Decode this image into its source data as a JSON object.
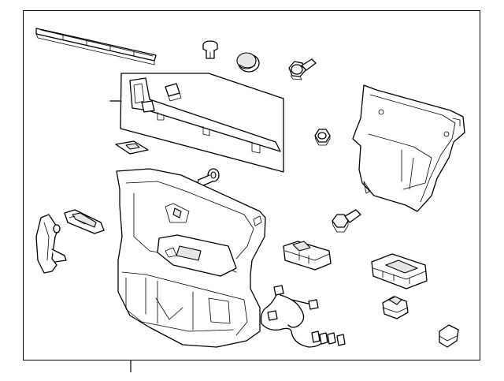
{
  "diagram": {
    "title": "",
    "parts": [
      {
        "name": "upper-trim-strip"
      },
      {
        "name": "push-pin-clip"
      },
      {
        "name": "round-plug"
      },
      {
        "name": "flange-bolt"
      },
      {
        "name": "trim-retainer-panel"
      },
      {
        "name": "mounting-bracket"
      },
      {
        "name": "hex-nut"
      },
      {
        "name": "retainer-clip"
      },
      {
        "name": "push-rivet"
      },
      {
        "name": "door-trim-panel"
      },
      {
        "name": "door-handle-bezel"
      },
      {
        "name": "pull-handle"
      },
      {
        "name": "hex-bolt"
      },
      {
        "name": "window-switch"
      },
      {
        "name": "master-switch-assembly"
      },
      {
        "name": "wiring-harness"
      },
      {
        "name": "connector"
      },
      {
        "name": "small-clip"
      }
    ]
  }
}
